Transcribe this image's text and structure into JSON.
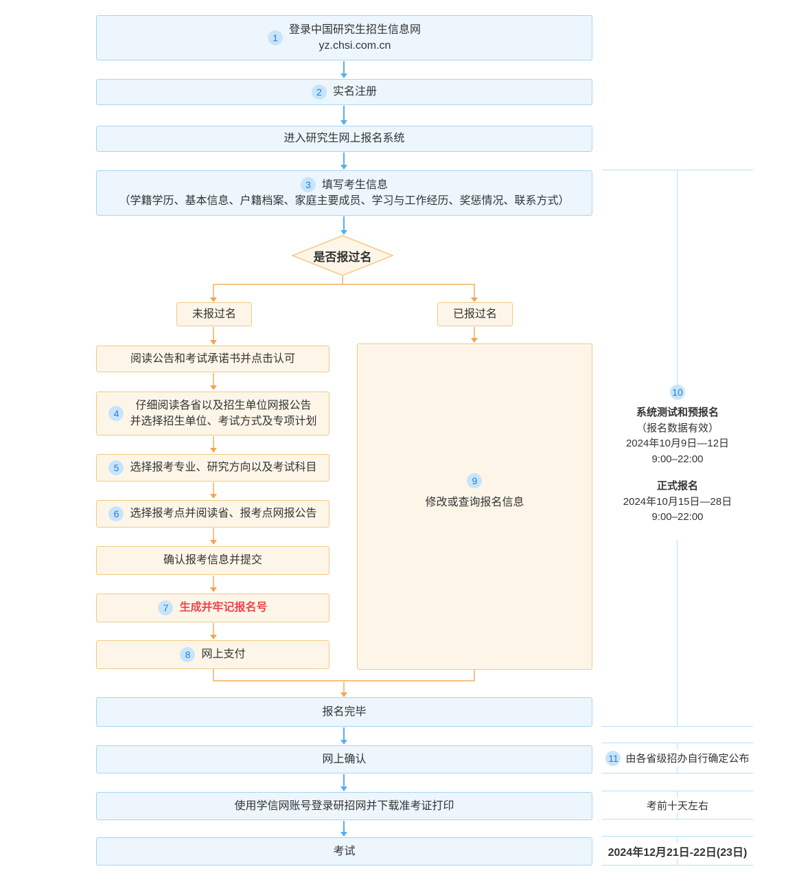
{
  "colors": {
    "blue_accent": "#58aeed",
    "blue_border": "#a5d5f2",
    "blue_fill": "#edf6fd",
    "orange_accent": "#f0a652",
    "orange_border": "#f3c87e",
    "orange_fill": "#fdf6e8",
    "badge_bg": "#c8e4fa",
    "badge_text": "#1f7fd6",
    "highlight_red": "#f2444e",
    "side_line": "#b6def6",
    "text": "#333333"
  },
  "main_flow": {
    "step1": {
      "badge": "1",
      "title": "登录中国研究生招生信息网",
      "url": "yz.chsi.com.cn"
    },
    "step2": {
      "badge": "2",
      "label": "实名注册"
    },
    "step3": {
      "label": "进入研究生网上报名系统"
    },
    "step4": {
      "badge": "3",
      "title": "填写考生信息",
      "detail": "（学籍学历、基本信息、户籍档案、家庭主要成员、学习与工作经历、奖惩情况、联系方式）"
    },
    "decision": {
      "label": "是否报过名"
    },
    "branch_no": {
      "label": "未报过名"
    },
    "branch_yes": {
      "label": "已报过名"
    }
  },
  "left_branch": {
    "steps": [
      {
        "label": "阅读公告和考试承诺书并点击认可"
      },
      {
        "badge": "4",
        "line1": "仔细阅读各省以及招生单位网报公告",
        "line2": "并选择招生单位、考试方式及专项计划"
      },
      {
        "badge": "5",
        "label": "选择报考专业、研究方向以及考试科目"
      },
      {
        "badge": "6",
        "label": "选择报考点并阅读省、报考点网报公告"
      },
      {
        "label": "确认报考信息并提交"
      },
      {
        "badge": "7",
        "label": "生成并牢记报名号"
      },
      {
        "badge": "8",
        "label": "网上支付"
      }
    ]
  },
  "right_branch": {
    "badge": "9",
    "label": "修改或查询报名信息"
  },
  "bottom_flow": {
    "done": {
      "label": "报名完毕"
    },
    "confirm": {
      "label": "网上确认"
    },
    "print": {
      "label": "使用学信网账号登录研招网并下载准考证打印"
    },
    "exam": {
      "label": "考试"
    }
  },
  "side_panel": {
    "step10": {
      "badge": "10",
      "title": "系统测试和预报名",
      "subtitle": "（报名数据有效）",
      "date1": "2024年10月9日—12日",
      "time1": "9:00–22:00",
      "title2": "正式报名",
      "date2": "2024年10月15日—28日",
      "time2": "9:00–22:00"
    },
    "step11": {
      "badge": "11",
      "label": "由各省级招办自行确定公布"
    },
    "confirm_note": {
      "label": "考前十天左右"
    },
    "exam_date": {
      "label": "2024年12月21日-22日(23日)"
    }
  }
}
